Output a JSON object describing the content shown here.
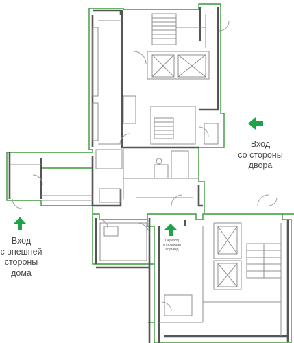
{
  "entrances": {
    "yard": {
      "lines": [
        "Вход",
        "со стороны",
        "двора"
      ]
    },
    "street": {
      "lines": [
        "Вход",
        "с внешней",
        "стороны",
        "дома"
      ]
    },
    "transfer": {
      "lines": [
        "Переход",
        "в соседний",
        "подъезд"
      ]
    }
  },
  "colors": {
    "outline": "#3a9a3a",
    "arrow": "#1ea34a",
    "wall": "#555555",
    "fine_line": "#9a9a9a",
    "label_text": "#4a4a4a"
  },
  "icons": [
    "entrance-arrow-icon",
    "elevator-icon",
    "staircase-icon",
    "door-swing-icon"
  ]
}
